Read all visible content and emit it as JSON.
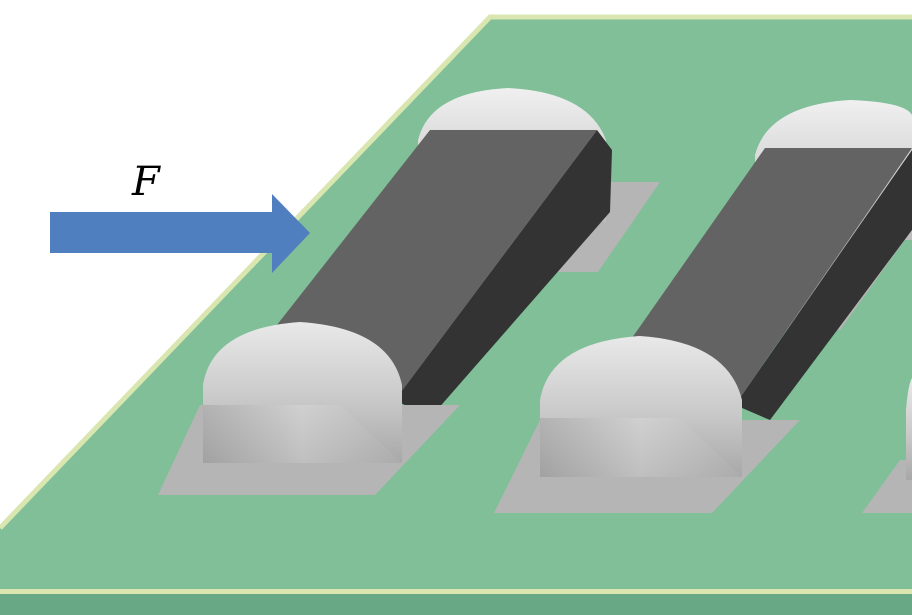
{
  "diagram": {
    "force_label": "F",
    "components": [
      "smd-component-1",
      "smd-component-2",
      "smd-component-3"
    ]
  },
  "colors": {
    "board": "#80bf98",
    "board_edge": "#d9e6b0",
    "board_bottom": "#69a884",
    "pad": "#b5b5b5",
    "body_top": "#636363",
    "body_side": "#333333",
    "solder": "#d8d8d8",
    "arrow": "#4f7fbf"
  }
}
